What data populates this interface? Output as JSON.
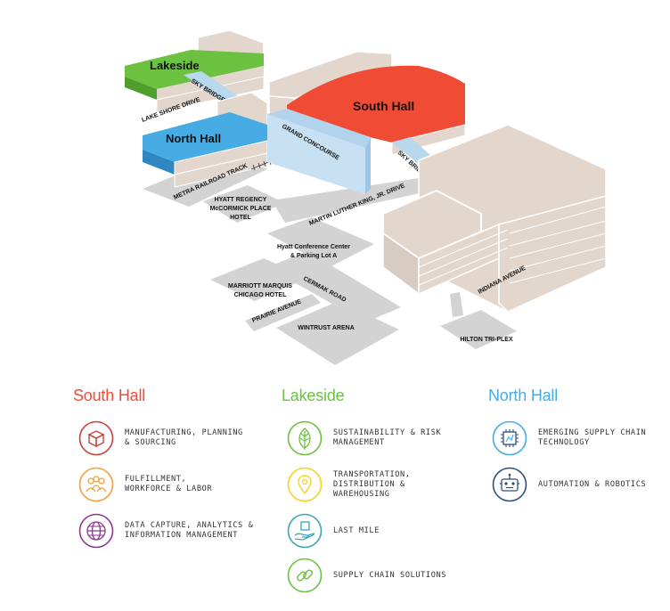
{
  "map": {
    "buildings": {
      "lakeside": "Lakeside",
      "south_hall": "South Hall",
      "north_hall": "North Hall",
      "grand_concourse": "GRAND CONCOURSE"
    },
    "labels": {
      "sky_bridge_1": "SKY BRIDGE",
      "sky_bridge_2": "SKY BRIDGE",
      "lake_shore_drive": "LAKE SHORE DRIVE",
      "metra_track": "METRA RAILROAD TRACK",
      "mlk_drive": "MARTIN LUTHER KING, JR. DRIVE",
      "cermak_road": "CERMAK ROAD",
      "prairie_avenue": "PRAIRIE AVENUE",
      "indiana_avenue": "INDIANA AVENUE",
      "hyatt_regency": [
        "HYATT REGENCY",
        "McCORMICK PLACE",
        "HOTEL"
      ],
      "hyatt_conference": [
        "Hyatt Conference Center",
        "& Parking Lot A"
      ],
      "marriott": [
        "MARRIOTT MARQUIS",
        "CHICAGO HOTEL"
      ],
      "wintrust": "WINTRUST ARENA",
      "hilton": "HILTON TRI-PLEX"
    }
  },
  "colors": {
    "south_hall": "#ef4b35",
    "lakeside": "#6cc140",
    "north_hall": "#47abe4",
    "building": "#e2d6cd",
    "road": "#d3d3d3",
    "purple": "#8a3a8f",
    "orange": "#f0a040",
    "yellow": "#f4d323",
    "teal": "#3aa6b6",
    "navy": "#2c4f7a"
  },
  "legend": {
    "south_hall": {
      "heading": "South Hall",
      "items": [
        {
          "icon": "box-icon",
          "line1": "MANUFACTURING, PLANNING",
          "line2": "& SOURCING"
        },
        {
          "icon": "people-icon",
          "line1": "FULFILLMENT,",
          "line2": "WORKFORCE & LABOR"
        },
        {
          "icon": "globe-icon",
          "line1": "DATA CAPTURE, ANALYTICS &",
          "line2": "INFORMATION MANAGEMENT"
        }
      ]
    },
    "lakeside": {
      "heading": "Lakeside",
      "items": [
        {
          "icon": "leaf-icon",
          "line1": "SUSTAINABILITY & RISK",
          "line2": "MANAGEMENT"
        },
        {
          "icon": "location-pin-icon",
          "line1": "TRANSPORTATION,",
          "line2": "DISTRIBUTION &",
          "line3": "WAREHOUSING"
        },
        {
          "icon": "hand-package-icon",
          "line1": "LAST MILE",
          "line2": ""
        },
        {
          "icon": "chain-link-icon",
          "line1": "SUPPLY CHAIN SOLUTIONS",
          "line2": ""
        }
      ]
    },
    "north_hall": {
      "heading": "North Hall",
      "items": [
        {
          "icon": "chip-icon",
          "line1": "EMERGING SUPPLY CHAIN",
          "line2": "TECHNOLOGY"
        },
        {
          "icon": "robot-icon",
          "line1": "AUTOMATION & ROBOTICS",
          "line2": ""
        }
      ]
    }
  }
}
